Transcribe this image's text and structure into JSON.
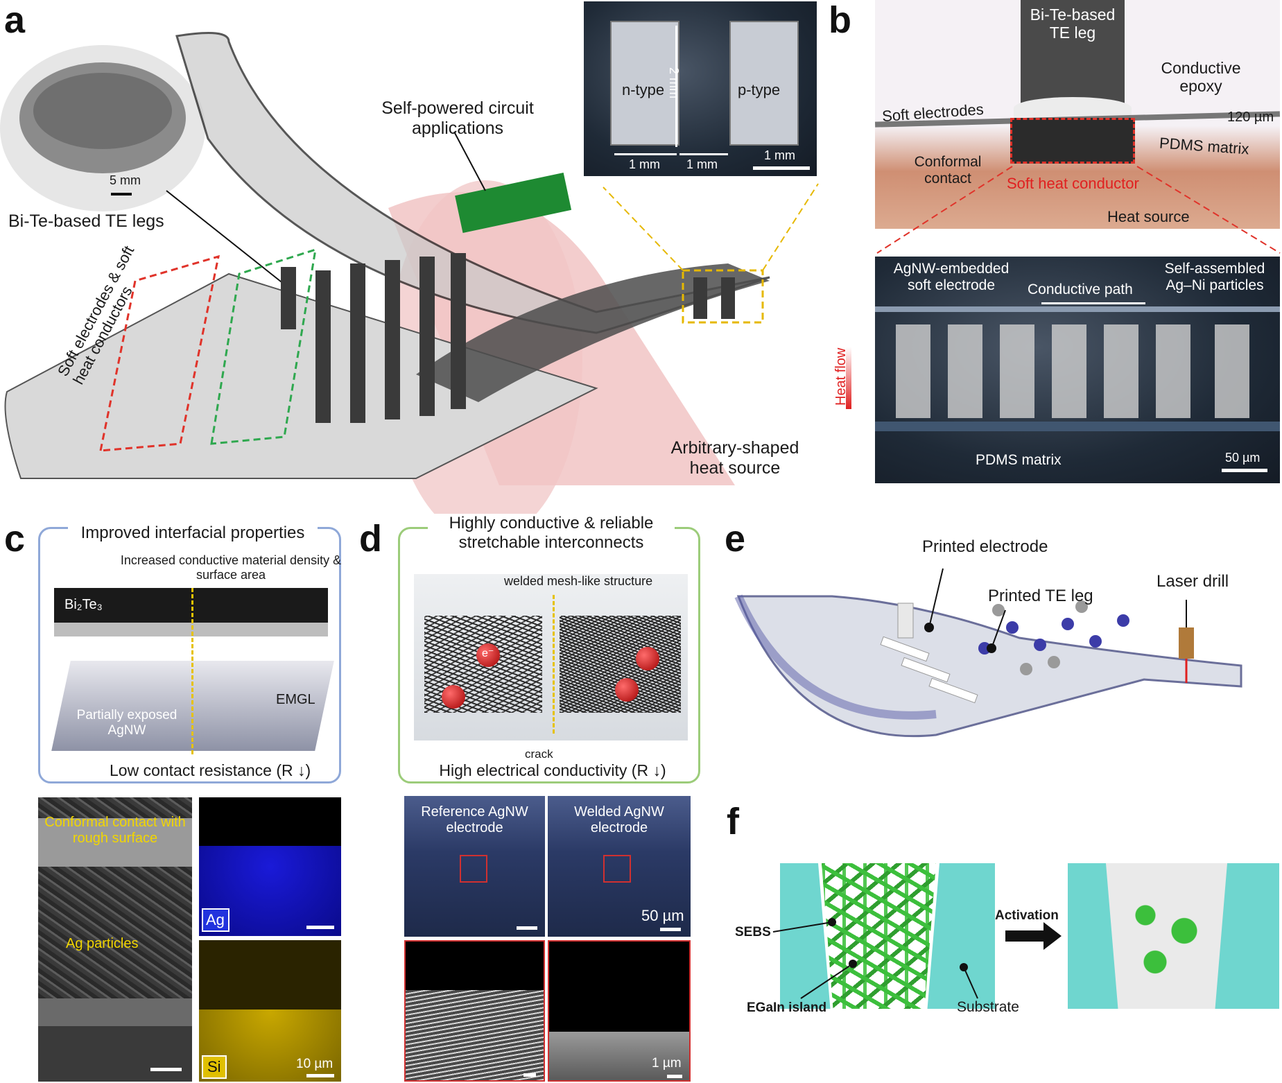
{
  "panels": {
    "a": {
      "label": "a",
      "inset_scale": "5 mm",
      "te_legs_caption": "Bi-Te-based TE legs",
      "circuit_caption": "Self-powered circuit applications",
      "electrodes_caption": "Soft electrodes & soft heat conductors",
      "heat_source_caption": "Arbitrary-shaped heat source",
      "micrograph": {
        "n_type": "n-type",
        "p_type": "p-type",
        "height": "2 mm",
        "width_left": "1 mm",
        "gap": "1 mm",
        "scale": "1 mm"
      }
    },
    "b": {
      "label": "b",
      "te_leg": "Bi-Te-based TE leg",
      "epoxy": "Conductive epoxy",
      "soft_electrodes": "Soft electrodes",
      "thickness": "120 µm",
      "pdms_matrix": "PDMS matrix",
      "conformal_contact": "Conformal contact",
      "soft_heat_conductor": "Soft heat conductor",
      "heat_source": "Heat source",
      "micro": {
        "agnw_electrode": "AgNW-embedded soft electrode",
        "conductive_path": "Conductive path",
        "particles": "Self-assembled Ag–Ni particles",
        "heat_flow": "Heat flow",
        "pdms_matrix": "PDMS matrix",
        "scale": "50 µm"
      }
    },
    "c": {
      "label": "c",
      "title": "Improved interfacial properties",
      "increased": "Increased conductive material density & surface area",
      "bi2te3": "Bi₂Te₃",
      "emgl": "EMGL",
      "partially": "Partially exposed AgNW",
      "low_contact": "Low contact resistance (R ↓)",
      "conformal": "Conformal contact with rough surface",
      "ag_particles": "Ag particles",
      "ag": "Ag",
      "si": "Si",
      "scale": "10 µm"
    },
    "d": {
      "label": "d",
      "title": "Highly conductive & reliable stretchable interconnects",
      "welded_mesh": "welded mesh-like structure",
      "crack": "crack",
      "electron": "e⁻",
      "high_cond": "High electrical conductivity (R ↓)",
      "reference": "Reference AgNW electrode",
      "welded": "Welded AgNW electrode",
      "scale_top": "50 µm",
      "scale_bottom": "1 µm"
    },
    "e": {
      "label": "e",
      "printed_electrode": "Printed electrode",
      "printed_te_leg": "Printed TE leg",
      "laser_drill": "Laser drill"
    },
    "f": {
      "label": "f",
      "sebs": "SEBS",
      "activation": "Activation",
      "egain": "EGaIn island",
      "substrate": "Substrate"
    }
  },
  "colors": {
    "red_dash": "#e0332a",
    "green_dash": "#2fa84f",
    "yellow_dash": "#e6b800",
    "blue_frame": "#8fa8d8",
    "green_frame": "#9ccc7a",
    "teal": "#6fd6cf",
    "pink": "#f2c8c8"
  }
}
